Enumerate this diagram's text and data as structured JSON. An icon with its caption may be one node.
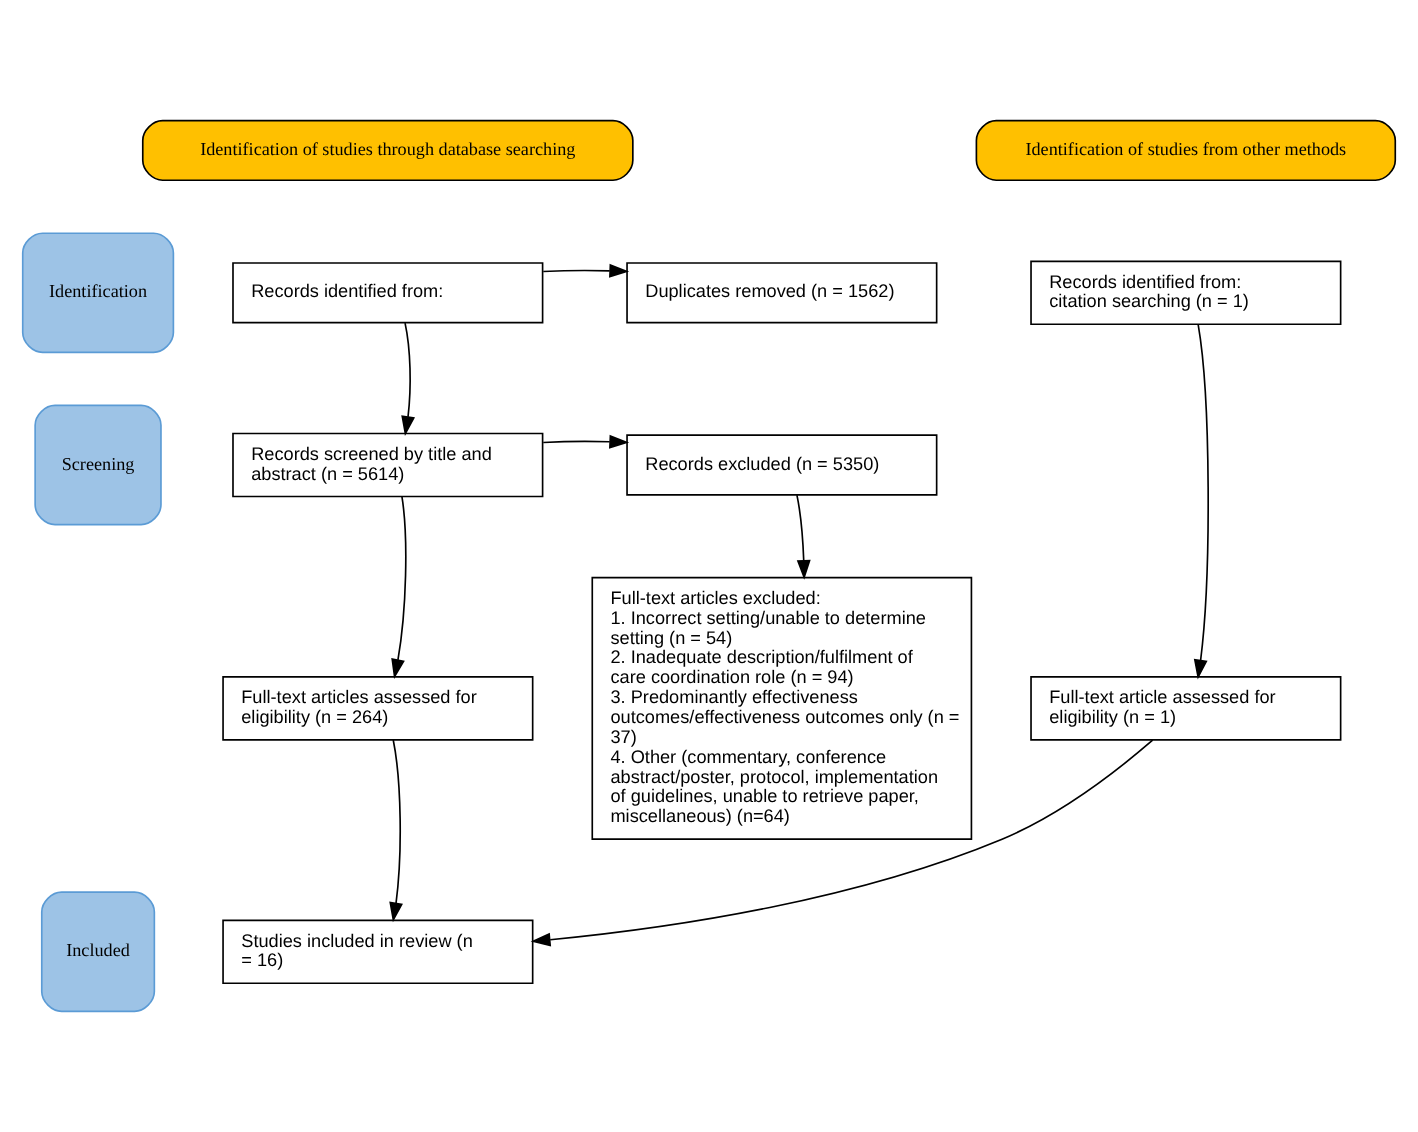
{
  "diagram": {
    "nodes": [
      {
        "text": [
          "Identification of studies through database searching"
        ]
      },
      {
        "text": [
          "Identification of studies from other methods"
        ]
      },
      {
        "text": [
          "Identification"
        ]
      },
      {
        "text": [
          "Screening"
        ]
      },
      {
        "text": [
          "Included"
        ]
      },
      {
        "text": [
          "Records identified from:"
        ]
      },
      {
        "text": [
          "Duplicates removed (n = 1562)"
        ]
      },
      {
        "text": [
          "Records identified from: citation searching (n = 1)"
        ]
      },
      {
        "text": [
          "Records screened by title and abstract (n = 5614)"
        ]
      },
      {
        "text": [
          "Records excluded (n = 5350)"
        ]
      },
      {
        "text": [
          "Full-text articles assessed for eligibility (n = 264)"
        ]
      },
      {
        "text": [
          "Full-text articles excluded:",
          "1. Incorrect setting/unable to determine setting (n = 54)",
          "2. Inadequate description/fulfilment of care coordination role (n = 94)",
          "3. Predominantly effectiveness outcomes/effectiveness outcomes only (n = 37)",
          "4. Other (commentary, conference abstract/poster, protocol, implementation of guidelines, unable to retrieve paper, miscellaneous) (n=64)"
        ]
      },
      {
        "text": [
          "Full-text article assessed for eligibility (n = 1)"
        ]
      },
      {
        "text": [
          "Studies included in review (n = 16)"
        ]
      }
    ],
    "edges": [
      {
        "from": 5,
        "to": 6,
        "arrow": "to"
      },
      {
        "from": 5,
        "to": 8,
        "arrow": "to"
      },
      {
        "from": 8,
        "to": 9,
        "arrow": "to"
      },
      {
        "from": 8,
        "to": 10,
        "arrow": "to"
      },
      {
        "from": 9,
        "to": 11,
        "arrow": "to"
      },
      {
        "from": 10,
        "to": 13,
        "arrow": "to"
      },
      {
        "from": 7,
        "to": 12,
        "arrow": "to"
      },
      {
        "from": 12,
        "to": 13,
        "arrow": "to"
      }
    ]
  }
}
